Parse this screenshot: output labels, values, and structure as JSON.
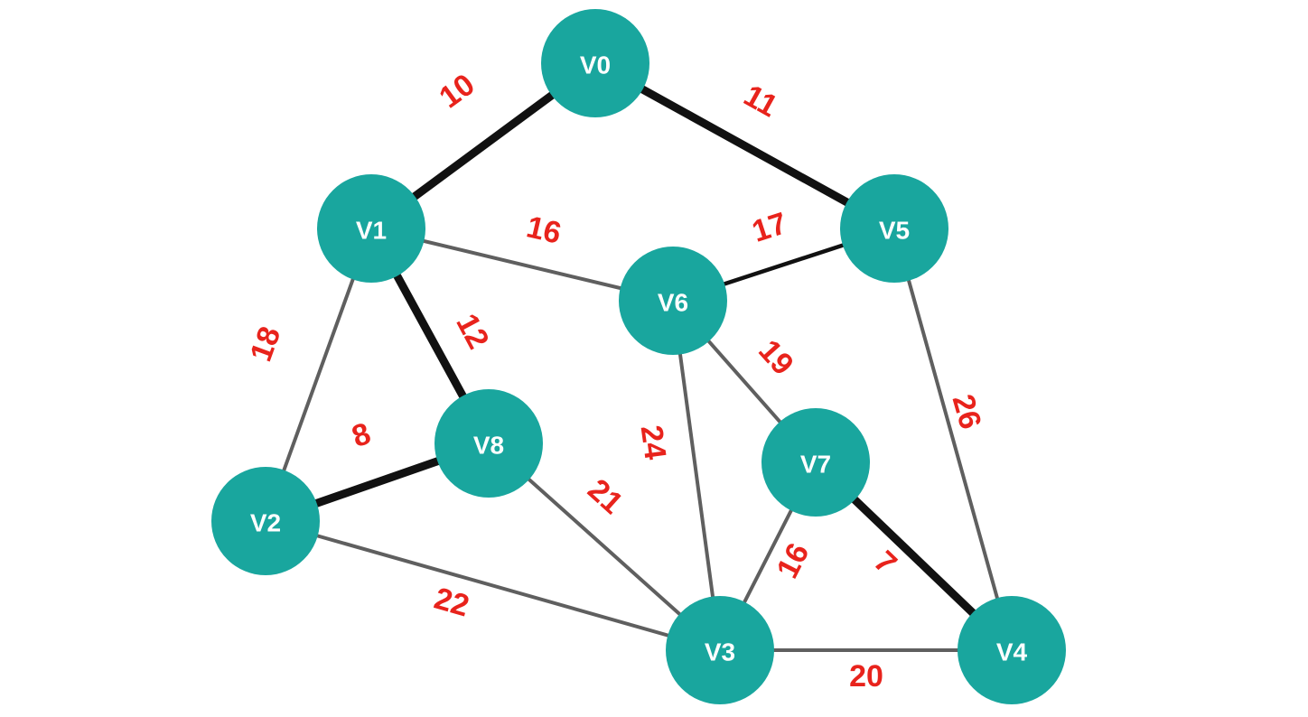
{
  "graph": {
    "nodes": [
      {
        "id": "V0",
        "label": "V0"
      },
      {
        "id": "V1",
        "label": "V1"
      },
      {
        "id": "V2",
        "label": "V2"
      },
      {
        "id": "V3",
        "label": "V3"
      },
      {
        "id": "V4",
        "label": "V4"
      },
      {
        "id": "V5",
        "label": "V5"
      },
      {
        "id": "V6",
        "label": "V6"
      },
      {
        "id": "V7",
        "label": "V7"
      },
      {
        "id": "V8",
        "label": "V8"
      }
    ],
    "edges": [
      {
        "from": "V0",
        "to": "V1",
        "weight": "10",
        "highlighted": true
      },
      {
        "from": "V0",
        "to": "V5",
        "weight": "11",
        "highlighted": true
      },
      {
        "from": "V1",
        "to": "V6",
        "weight": "16",
        "highlighted": false
      },
      {
        "from": "V5",
        "to": "V6",
        "weight": "17",
        "highlighted": false
      },
      {
        "from": "V1",
        "to": "V8",
        "weight": "12",
        "highlighted": true
      },
      {
        "from": "V1",
        "to": "V2",
        "weight": "18",
        "highlighted": false
      },
      {
        "from": "V6",
        "to": "V7",
        "weight": "19",
        "highlighted": false
      },
      {
        "from": "V5",
        "to": "V4",
        "weight": "26",
        "highlighted": false
      },
      {
        "from": "V8",
        "to": "V2",
        "weight": "8",
        "highlighted": true
      },
      {
        "from": "V6",
        "to": "V3",
        "weight": "24",
        "highlighted": false
      },
      {
        "from": "V8",
        "to": "V3",
        "weight": "21",
        "highlighted": false
      },
      {
        "from": "V7",
        "to": "V3",
        "weight": "16",
        "highlighted": false
      },
      {
        "from": "V7",
        "to": "V4",
        "weight": "7",
        "highlighted": true
      },
      {
        "from": "V2",
        "to": "V3",
        "weight": "22",
        "highlighted": false
      },
      {
        "from": "V3",
        "to": "V4",
        "weight": "20",
        "highlighted": false
      }
    ],
    "colors": {
      "node": "#19a69e",
      "node_text": "#ffffff",
      "edge": "#5f5f5f",
      "highlighted_edge": "#111111",
      "weight_text": "#e8231c"
    }
  }
}
